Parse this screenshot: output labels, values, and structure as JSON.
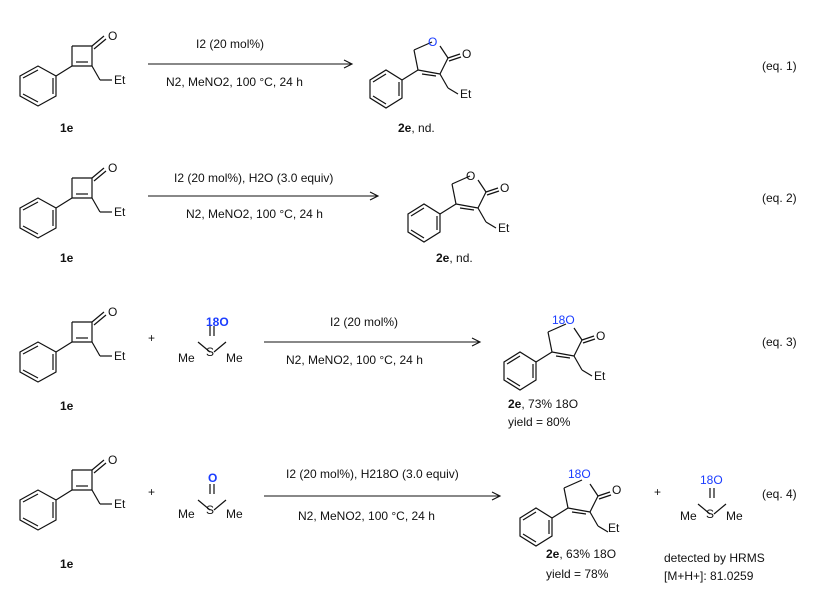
{
  "atoms": {
    "O": "O",
    "S": "S",
    "Et": "Et",
    "Me": "Me",
    "label18O": "18O"
  },
  "schemes": [
    {
      "reactant": "1e",
      "cond_top": "I2 (20 mol%)",
      "cond_bottom": "N2, MeNO2, 100 °C, 24 h",
      "product": "2e",
      "product_note": ", nd.",
      "eq": "(eq. 1)"
    },
    {
      "reactant": "1e",
      "cond_top": "I2 (20 mol%), H2O (3.0 equiv)",
      "cond_bottom": "N2, MeNO2, 100 °C, 24 h",
      "product": "2e",
      "product_note": ", nd.",
      "eq": "(eq. 2)"
    },
    {
      "reactant": "1e",
      "plus": "+",
      "cond_top": "I2 (20 mol%)",
      "cond_bottom": "N2, MeNO2, 100 °C, 24 h",
      "product": "2e",
      "product_note": ", 73% 18O",
      "yield": "yield = 80%",
      "eq": "(eq. 3)"
    },
    {
      "reactant": "1e",
      "plus": "+",
      "cond_top": "I2 (20 mol%), H218O (3.0 equiv)",
      "cond_bottom": "N2, MeNO2, 100 °C, 24 h",
      "product": "2e",
      "product_note": ", 63% 18O",
      "yield": "yield = 78%",
      "plus2": "+",
      "detected": "detected by HRMS",
      "mass": "[M+H+]: 81.0259",
      "eq": "(eq. 4)"
    }
  ]
}
